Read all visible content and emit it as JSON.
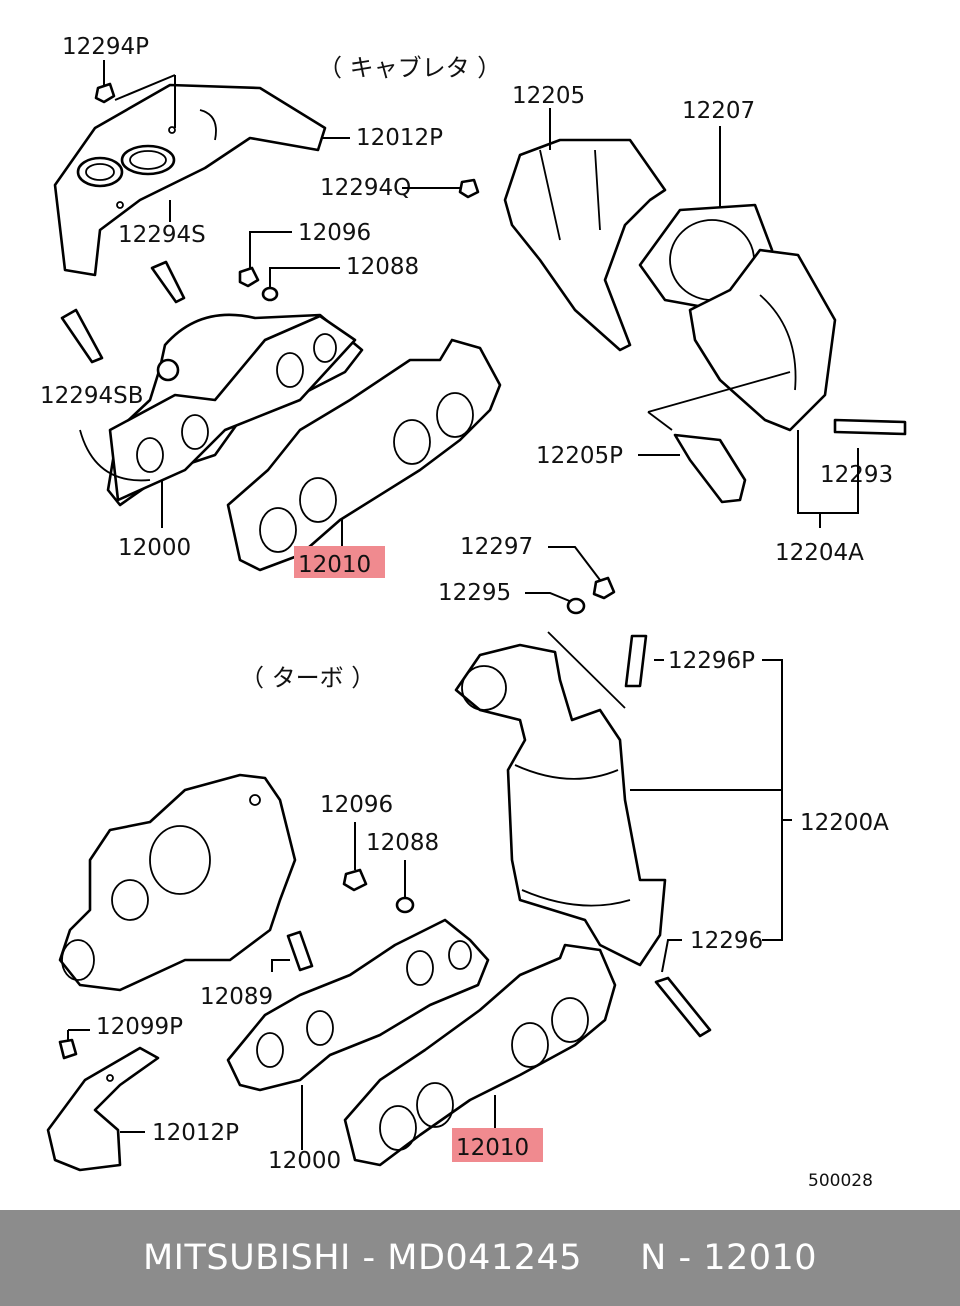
{
  "diagram": {
    "section_top": "（ キャブレタ ）",
    "section_bottom": "（ ターボ ）",
    "code": "500028",
    "highlight_color": "#f08a8f",
    "labels": {
      "l12294P": "12294P",
      "l12012P_top": "12012P",
      "l12294Q": "12294Q",
      "l12294S": "12294S",
      "l12096_top": "12096",
      "l12088_top": "12088",
      "l12294SB": "12294SB",
      "l12000_top": "12000",
      "l12010_top": "12010",
      "l12205": "12205",
      "l12207": "12207",
      "l12205P": "12205P",
      "l12293": "12293",
      "l12204A": "12204A",
      "l12297": "12297",
      "l12295": "12295",
      "l12296P": "12296P",
      "l12200A": "12200A",
      "l12296": "12296",
      "l12096_bot": "12096",
      "l12088_bot": "12088",
      "l12089": "12089",
      "l12099P": "12099P",
      "l12012P_bot": "12012P",
      "l12000_bot": "12000",
      "l12010_bot": "12010"
    }
  },
  "footer": {
    "text": "MITSUBISHI - MD041245     N - 12010"
  }
}
